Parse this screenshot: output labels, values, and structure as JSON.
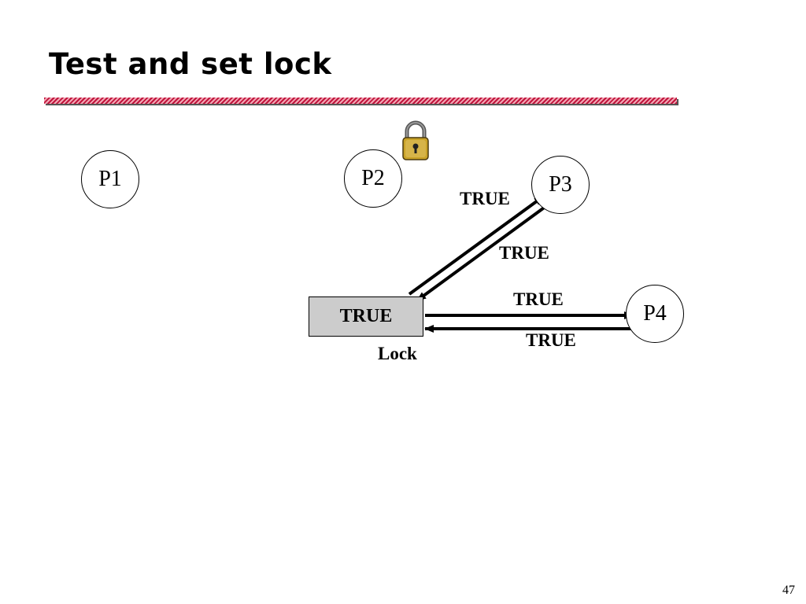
{
  "slide": {
    "title": "Test and set lock",
    "page_number": "47"
  },
  "processes": {
    "p1": "P1",
    "p2": "P2",
    "p3": "P3",
    "p4": "P4"
  },
  "lock": {
    "value": "TRUE",
    "caption": "Lock"
  },
  "arrows": {
    "p3_request": "TRUE",
    "p3_response": "TRUE",
    "p4_request": "TRUE",
    "p4_response": "TRUE"
  },
  "icons": {
    "padlock": "padlock-icon"
  },
  "colors": {
    "title_rule": "#c0143c",
    "lock_box_fill": "#cccccc",
    "padlock_body": "#c9a227"
  }
}
